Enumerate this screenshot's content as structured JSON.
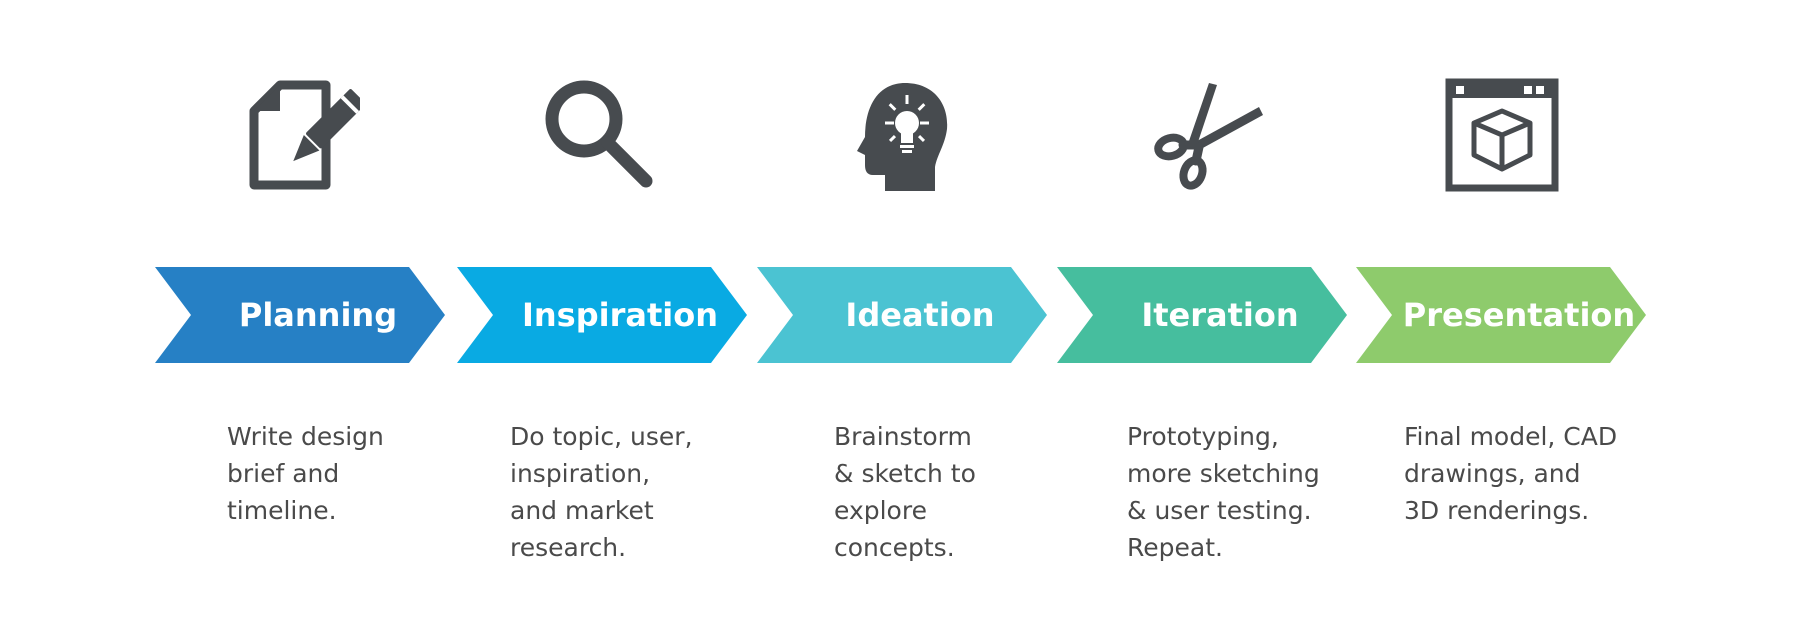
{
  "steps": [
    {
      "label": "Planning",
      "color": "#2680c5",
      "icon": "document-pencil-icon",
      "description": "Write design\nbrief and\ntimeline."
    },
    {
      "label": "Inspiration",
      "color": "#09aae3",
      "icon": "magnifying-glass-icon",
      "description": "Do topic, user,\ninspiration,\nand market\nresearch."
    },
    {
      "label": "Ideation",
      "color": "#4bc3d2",
      "icon": "head-lightbulb-icon",
      "description": "Brainstorm\n& sketch to\nexplore\nconcepts."
    },
    {
      "label": "Iteration",
      "color": "#46be9e",
      "icon": "scissors-icon",
      "description": "Prototyping,\nmore sketching\n& user testing.\nRepeat."
    },
    {
      "label": "Presentation",
      "color": "#8ecb6c",
      "icon": "3d-cube-window-icon",
      "description": "Final model, CAD\ndrawings, and\n3D renderings."
    }
  ],
  "icon_color": "#474b4f"
}
